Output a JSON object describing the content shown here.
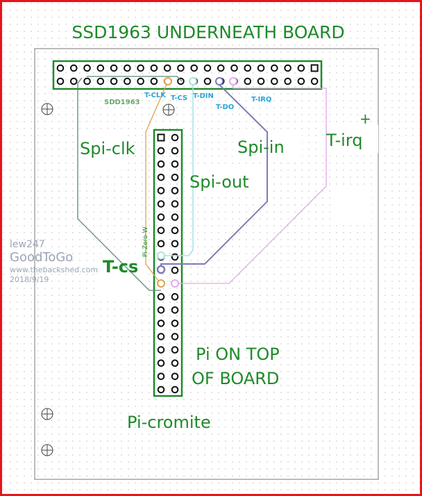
{
  "title": "SSD1963 UNDERNEATH BOARD",
  "labels": {
    "spi_clk": "Spi-clk",
    "spi_in": "Spi-in",
    "spi_out": "Spi-out",
    "t_irq": "T-irq",
    "t_cs": "T-cs",
    "pi_on_top_1": "Pi ON TOP",
    "pi_on_top_2": "OF BOARD",
    "pi_cromite": "Pi-cromite",
    "plus": "+"
  },
  "pin_labels": {
    "sdd1963": "SDD1963",
    "t_clk": "T-CLK",
    "t_cs": "T-CS",
    "t_din": "T-DIN",
    "t_do": "T-DO",
    "t_irq": "T-IRQ",
    "pi_zero_w": "Pi-Zero-W"
  },
  "watermark": {
    "user": "lew247",
    "name": "GoodToGo",
    "site": "www.thebackshed.com",
    "date": "2018/9/19"
  },
  "colors": {
    "green": "#1f8a2a",
    "orange": "#e0a050",
    "cyan": "#a8e2e0",
    "purple": "#7b7bb8",
    "pink": "#e2a8e8",
    "gray_green": "#5a8a70",
    "border": "#e8141b",
    "label_blue": "#2aa4d8"
  }
}
